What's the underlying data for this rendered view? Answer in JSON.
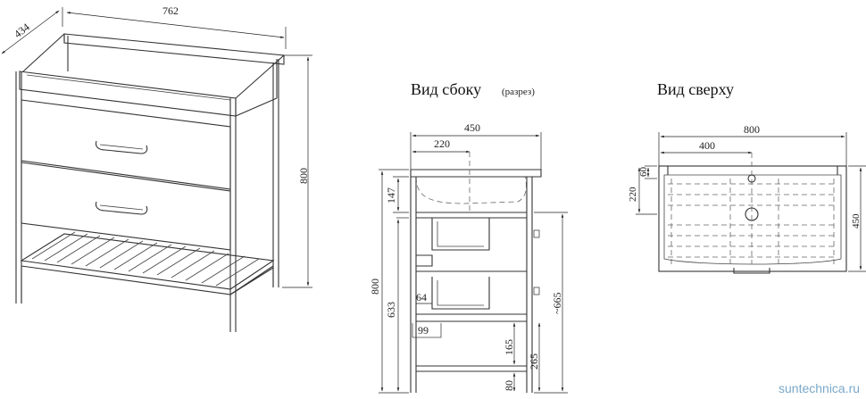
{
  "perspective": {
    "width_label": "762",
    "depth_label": "434",
    "height_label": "800"
  },
  "side_view": {
    "title": "Вид сбоку",
    "subtitle": "(разрез)",
    "dims": {
      "total_depth": "450",
      "sink_offset": "220",
      "top_height": "147",
      "total_height": "800",
      "body_height": "633",
      "inner_height": "~665",
      "handle_64": "64",
      "foot_99": "99",
      "shelf_165": "165",
      "shelf_265": "265",
      "base_80": "80"
    }
  },
  "top_view": {
    "title": "Вид сверху",
    "dims": {
      "width": "800",
      "half": "400",
      "edge_60": "60",
      "depth_220": "220",
      "depth_450": "450"
    }
  },
  "watermark": "suntechnica.ru"
}
